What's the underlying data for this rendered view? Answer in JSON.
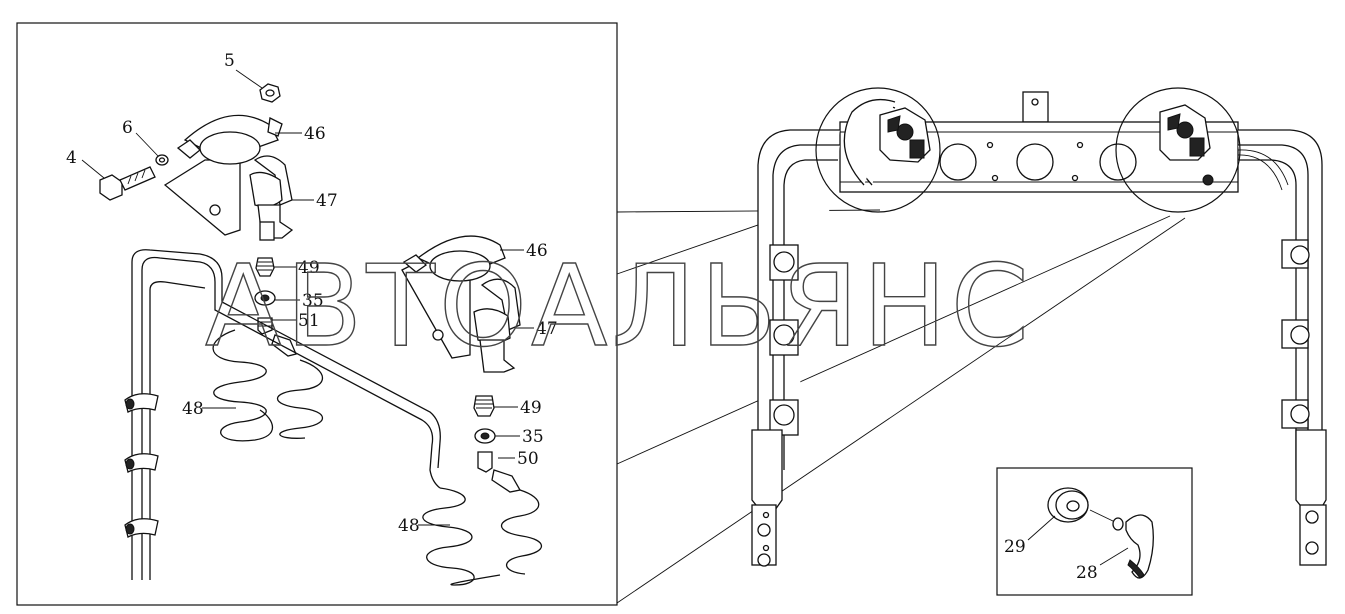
{
  "watermark": "АВТОАЛЬЯНС",
  "callouts": {
    "c5": "5",
    "c6": "6",
    "c4": "4",
    "c46a": "46",
    "c47a": "47",
    "c49a": "49",
    "c35a": "35",
    "c51": "51",
    "c48a": "48",
    "c46b": "46",
    "c47b": "47",
    "c49b": "49",
    "c35b": "35",
    "c50": "50",
    "c48b": "48",
    "c29": "29",
    "c28": "28"
  }
}
